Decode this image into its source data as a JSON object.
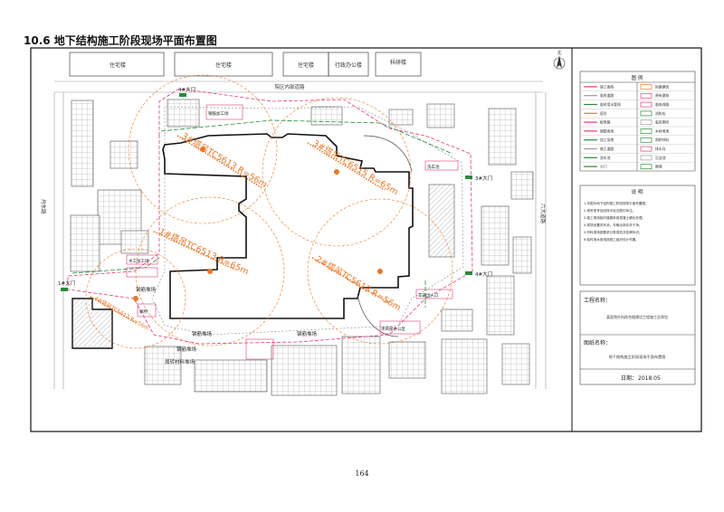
{
  "page": {
    "heading": "10.6 地下结构施工阶段现场平面布置图",
    "page_number": "164"
  },
  "colors": {
    "crane": "#e8782a",
    "fence": "#e33b7a",
    "water": "#2a8a3a",
    "power": "#e33b7a",
    "road_edge": "#999999",
    "building": "#111111",
    "grid": "#9a9a9a"
  },
  "site": {
    "top_labels": [
      "住宅楼",
      "住宅楼",
      "住宅楼",
      "行政办公楼",
      "科研楼"
    ],
    "road_label": "院区内部道路",
    "north_label": "北",
    "left_road": "丹东路",
    "right_road": "六大道路",
    "gates": [
      "4#大门",
      "3#大门",
      "4#大门",
      "1#大门"
    ],
    "cranes": [
      "3#塔吊TC5613 R=56m",
      "3#塔吊TC6515 R=65m",
      "1#塔吊TC6513 R=65m",
      "2#塔吊TC5613 R=56m",
      "4#塔吊TC5613 R=56m"
    ],
    "labels": {
      "rebar_1": "钢筋堆场",
      "rebar_2": "钢筋堆场",
      "rebar_3": "钢筋堆场",
      "rebar_4": "钢筋堆场",
      "material": "周转材料堆场",
      "proc_1": "钢筋加工场",
      "proc_2": "木工加工场",
      "office": "项目部办公区",
      "toilet": "厕所",
      "wash": "洗车池",
      "vehicle": "车辆出入口"
    }
  },
  "legend": {
    "title": "图 例",
    "rows": [
      {
        "sym": "施工围挡",
        "name": "拟建建筑"
      },
      {
        "sym": "临时道路",
        "name": "原有建筑"
      },
      {
        "sym": "临时用水管线",
        "name": "临电线路"
      },
      {
        "sym": "塔吊",
        "name": "消防栓"
      },
      {
        "sym": "配电箱",
        "name": "临时厕所"
      },
      {
        "sym": "钢筋堆场",
        "name": "木材堆场"
      },
      {
        "sym": "加工场地",
        "name": "周转材料"
      },
      {
        "sym": "施工道路",
        "name": "排水沟"
      },
      {
        "sym": "洗车池",
        "name": "沉淀池"
      },
      {
        "sym": "大门",
        "name": "围墙"
      }
    ]
  },
  "notes": {
    "title": "说 明",
    "items": [
      "1.本图为地下结构施工阶段现场平面布置图。",
      "2.塔吊型号及回转半径见图中标注。",
      "3.施工现场临时道路采用混凝土硬化处理。",
      "4.现场设置洗车池，车辆出场冲洗干净。",
      "5.材料堆场按要求分类堆放并挂牌标识。",
      "6.临时用水用电按施工组织设计布置。"
    ]
  },
  "title_block": {
    "project_label": "工程名称：",
    "project_name": "某医院外科综合楼建设工程施工总承包",
    "drawing_label": "图纸名称：",
    "drawing_name": "地下结构施工阶段现场平面布置图",
    "date_label": "日期：",
    "date": "2018.05"
  }
}
